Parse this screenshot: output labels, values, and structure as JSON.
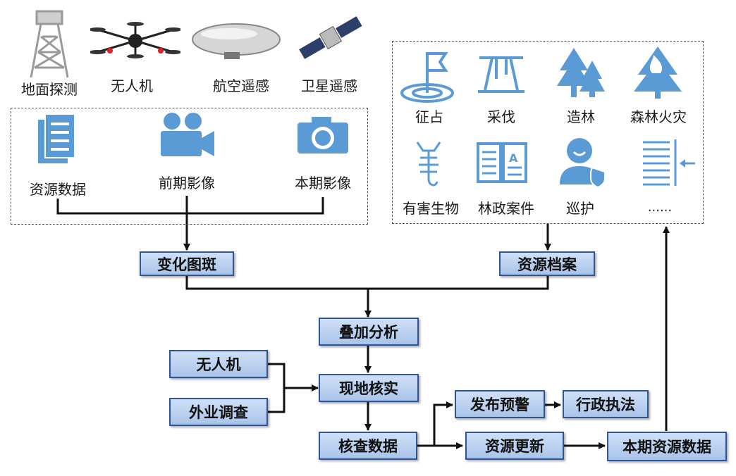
{
  "sources": {
    "ground": "地面探测",
    "drone": "无人机",
    "aerial": "航空遥感",
    "satellite": "卫星遥感"
  },
  "inputs": {
    "resource_data": "资源数据",
    "prior_image": "前期影像",
    "current_image": "本期影像"
  },
  "categories": {
    "occupy": "征占",
    "logging": "采伐",
    "afforest": "造林",
    "forest_fire": "森林火灾",
    "pest": "有害生物",
    "admin_case": "林政案件",
    "patrol": "巡护",
    "more": "......"
  },
  "flow": {
    "change_patch": "变化图斑",
    "resource_archive": "资源档案",
    "overlay": "叠加分析",
    "field_verify": "现地核实",
    "uav": "无人机",
    "field_survey": "外业调查",
    "verify_data": "核查数据",
    "warning": "发布预警",
    "enforcement": "行政执法",
    "resource_update": "资源更新",
    "current_resource": "本期资源数据"
  },
  "colors": {
    "icon_blue": "#5b9bd5",
    "node_border": "#2f5597"
  }
}
